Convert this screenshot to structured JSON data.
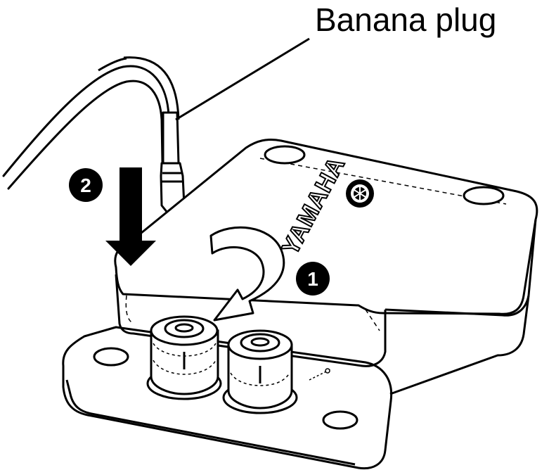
{
  "callout": {
    "label": "Banana plug"
  },
  "steps": {
    "one": "1",
    "two": "2"
  },
  "brand": {
    "name": "YAMAHA"
  },
  "colors": {
    "ink": "#000000",
    "paper": "#ffffff"
  }
}
